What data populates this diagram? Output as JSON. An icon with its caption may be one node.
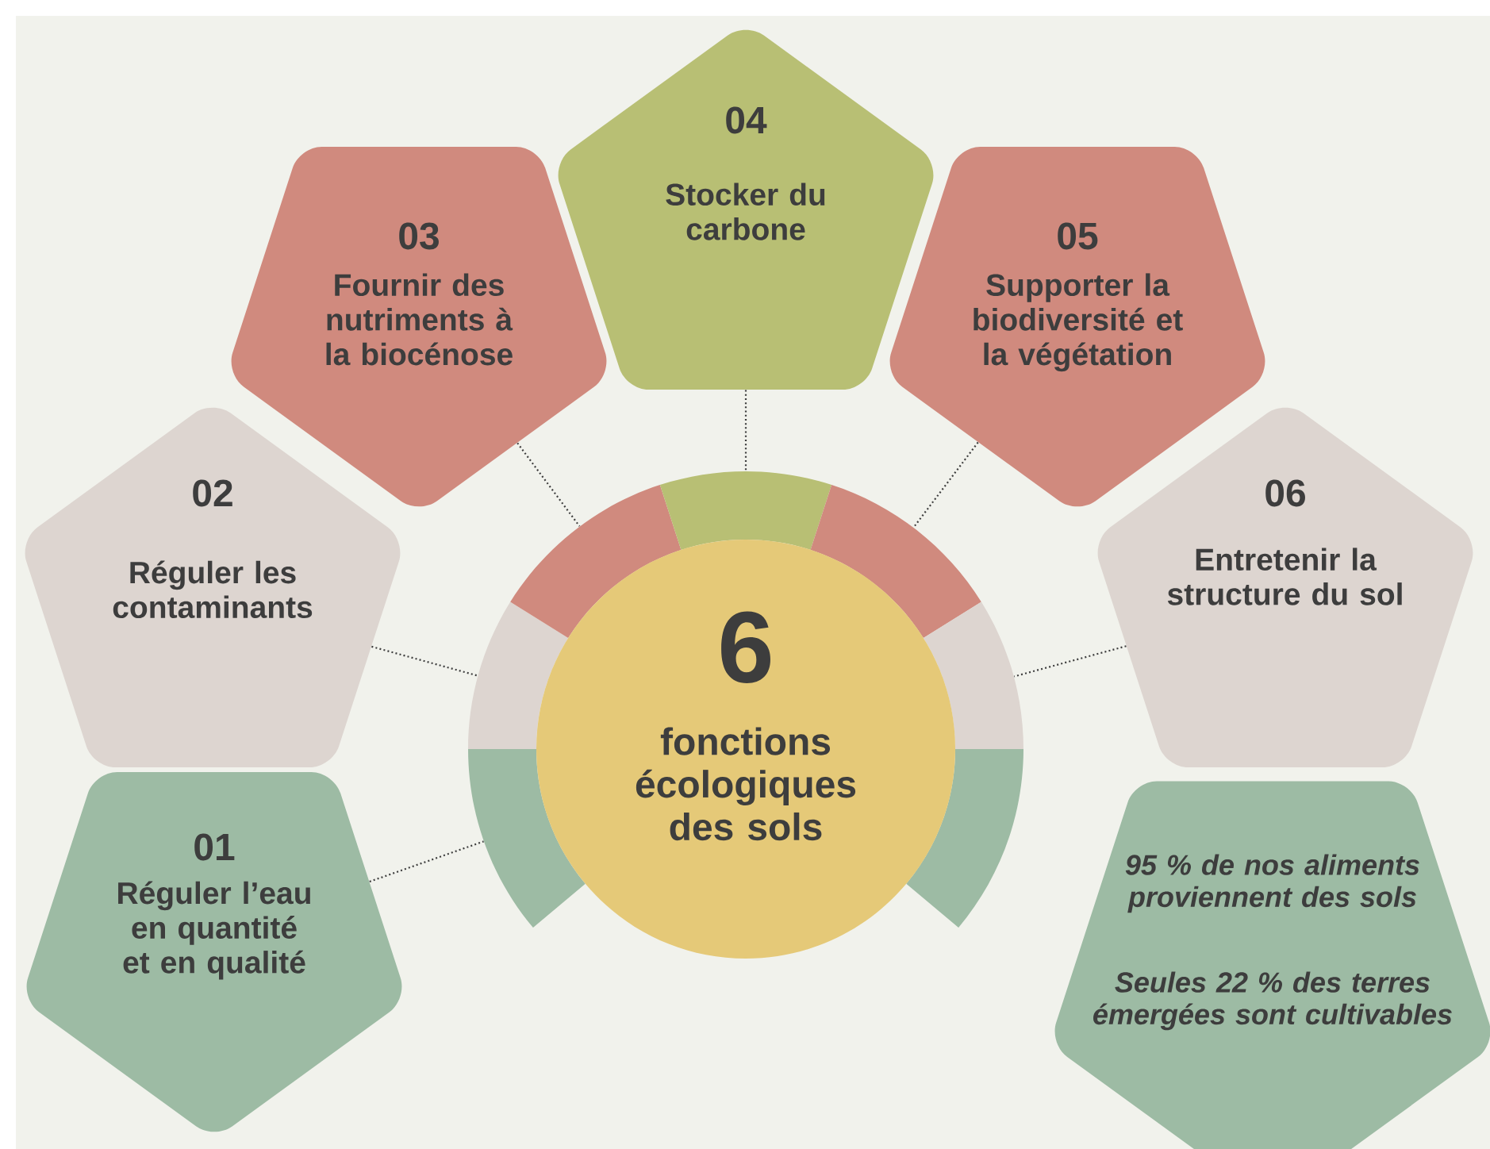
{
  "diagram": {
    "nodes": [
      {
        "text": [
          "01",
          "Réguler l’eau en quantité et en qualité"
        ]
      },
      {
        "text": [
          "02",
          "Réguler les contaminants"
        ]
      },
      {
        "text": [
          "03",
          "Fournir des nutriments à la biocénose"
        ]
      },
      {
        "text": [
          "04",
          "Stocker du carbone"
        ]
      },
      {
        "text": [
          "05",
          "Supporter la biodiversité et la végétation"
        ]
      },
      {
        "text": [
          "06",
          "Entretenir la structure du sol"
        ]
      },
      {
        "text": [
          "6",
          "fonctions écologiques des sols"
        ]
      },
      {
        "text": [
          "95 % de nos aliments proviennent des sols",
          "Seules 22 % des terres émergées sont cultivables"
        ]
      }
    ],
    "edges": [
      {
        "from": 0,
        "to": 6,
        "arrow": "none"
      },
      {
        "from": 1,
        "to": 6,
        "arrow": "none"
      },
      {
        "from": 2,
        "to": 6,
        "arrow": "none"
      },
      {
        "from": 3,
        "to": 6,
        "arrow": "none"
      },
      {
        "from": 4,
        "to": 6,
        "arrow": "none"
      },
      {
        "from": 5,
        "to": 6,
        "arrow": "none"
      }
    ]
  }
}
